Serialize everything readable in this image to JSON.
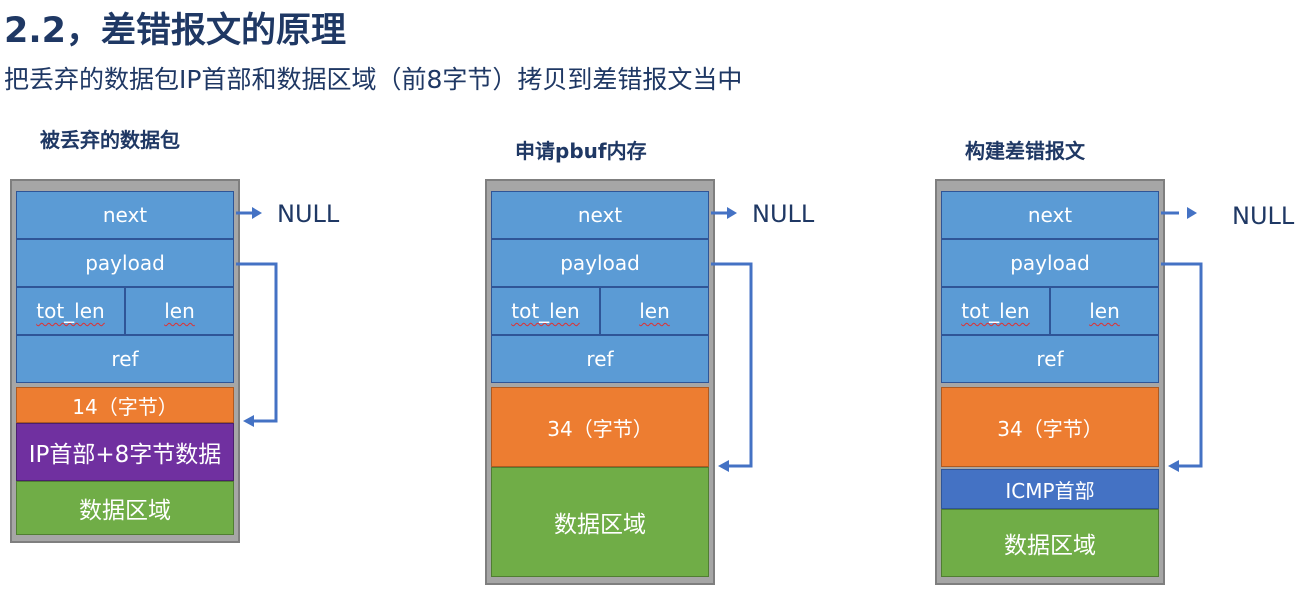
{
  "title": "2.2，差错报文的原理",
  "subtitle": "把丢弃的数据包IP首部和数据区域（前8字节）拷贝到差错报文当中",
  "diagrams": [
    {
      "title": "被丢弃的数据包",
      "fields": {
        "next": "next",
        "payload": "payload",
        "tot_len": "tot_len",
        "len": "len",
        "ref": "ref"
      },
      "header_block": "14（字节）",
      "ip_block": "IP首部+8字节数据",
      "data_block": "数据区域",
      "null_label": "NULL"
    },
    {
      "title": "申请pbuf内存",
      "fields": {
        "next": "next",
        "payload": "payload",
        "tot_len": "tot_len",
        "len": "len",
        "ref": "ref"
      },
      "header_block": "34（字节）",
      "data_block": "数据区域",
      "null_label": "NULL"
    },
    {
      "title": "构建差错报文",
      "fields": {
        "next": "next",
        "payload": "payload",
        "tot_len": "tot_len",
        "len": "len",
        "ref": "ref"
      },
      "header_block": "34（字节）",
      "icmp_block": "ICMP首部",
      "data_block": "数据区域",
      "null_label": "NULL"
    }
  ],
  "colors": {
    "title": "#1f3864",
    "field_blue": "#5b9bd5",
    "header_orange": "#ed7d31",
    "ip_purple": "#7030a0",
    "data_green": "#70ad47",
    "icmp_blue": "#4472c4",
    "arrow": "#4472c4",
    "frame": "#a6a6a6"
  }
}
